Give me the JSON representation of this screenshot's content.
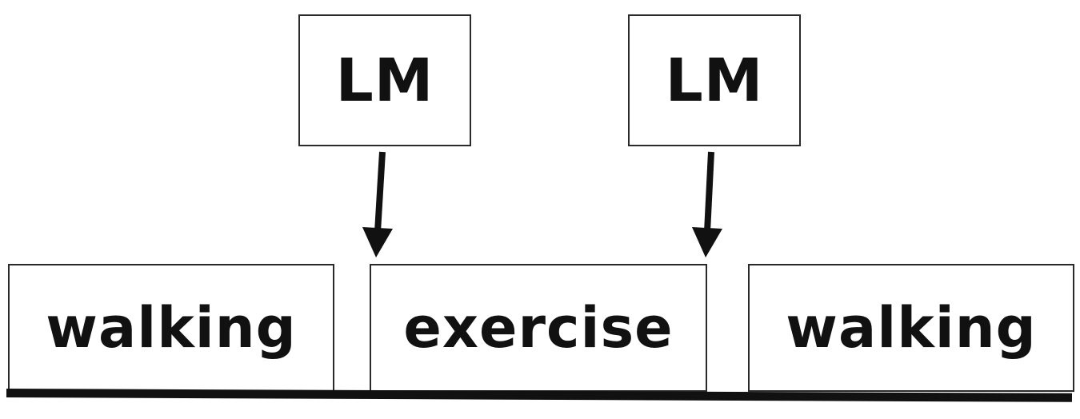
{
  "landmarks": [
    {
      "label": "LM"
    },
    {
      "label": "LM"
    }
  ],
  "activities": [
    {
      "label": "walking"
    },
    {
      "label": "exercise"
    },
    {
      "label": "walking"
    }
  ],
  "colors": {
    "stroke": "#2a2a2a",
    "text": "#111111",
    "background": "#ffffff"
  }
}
